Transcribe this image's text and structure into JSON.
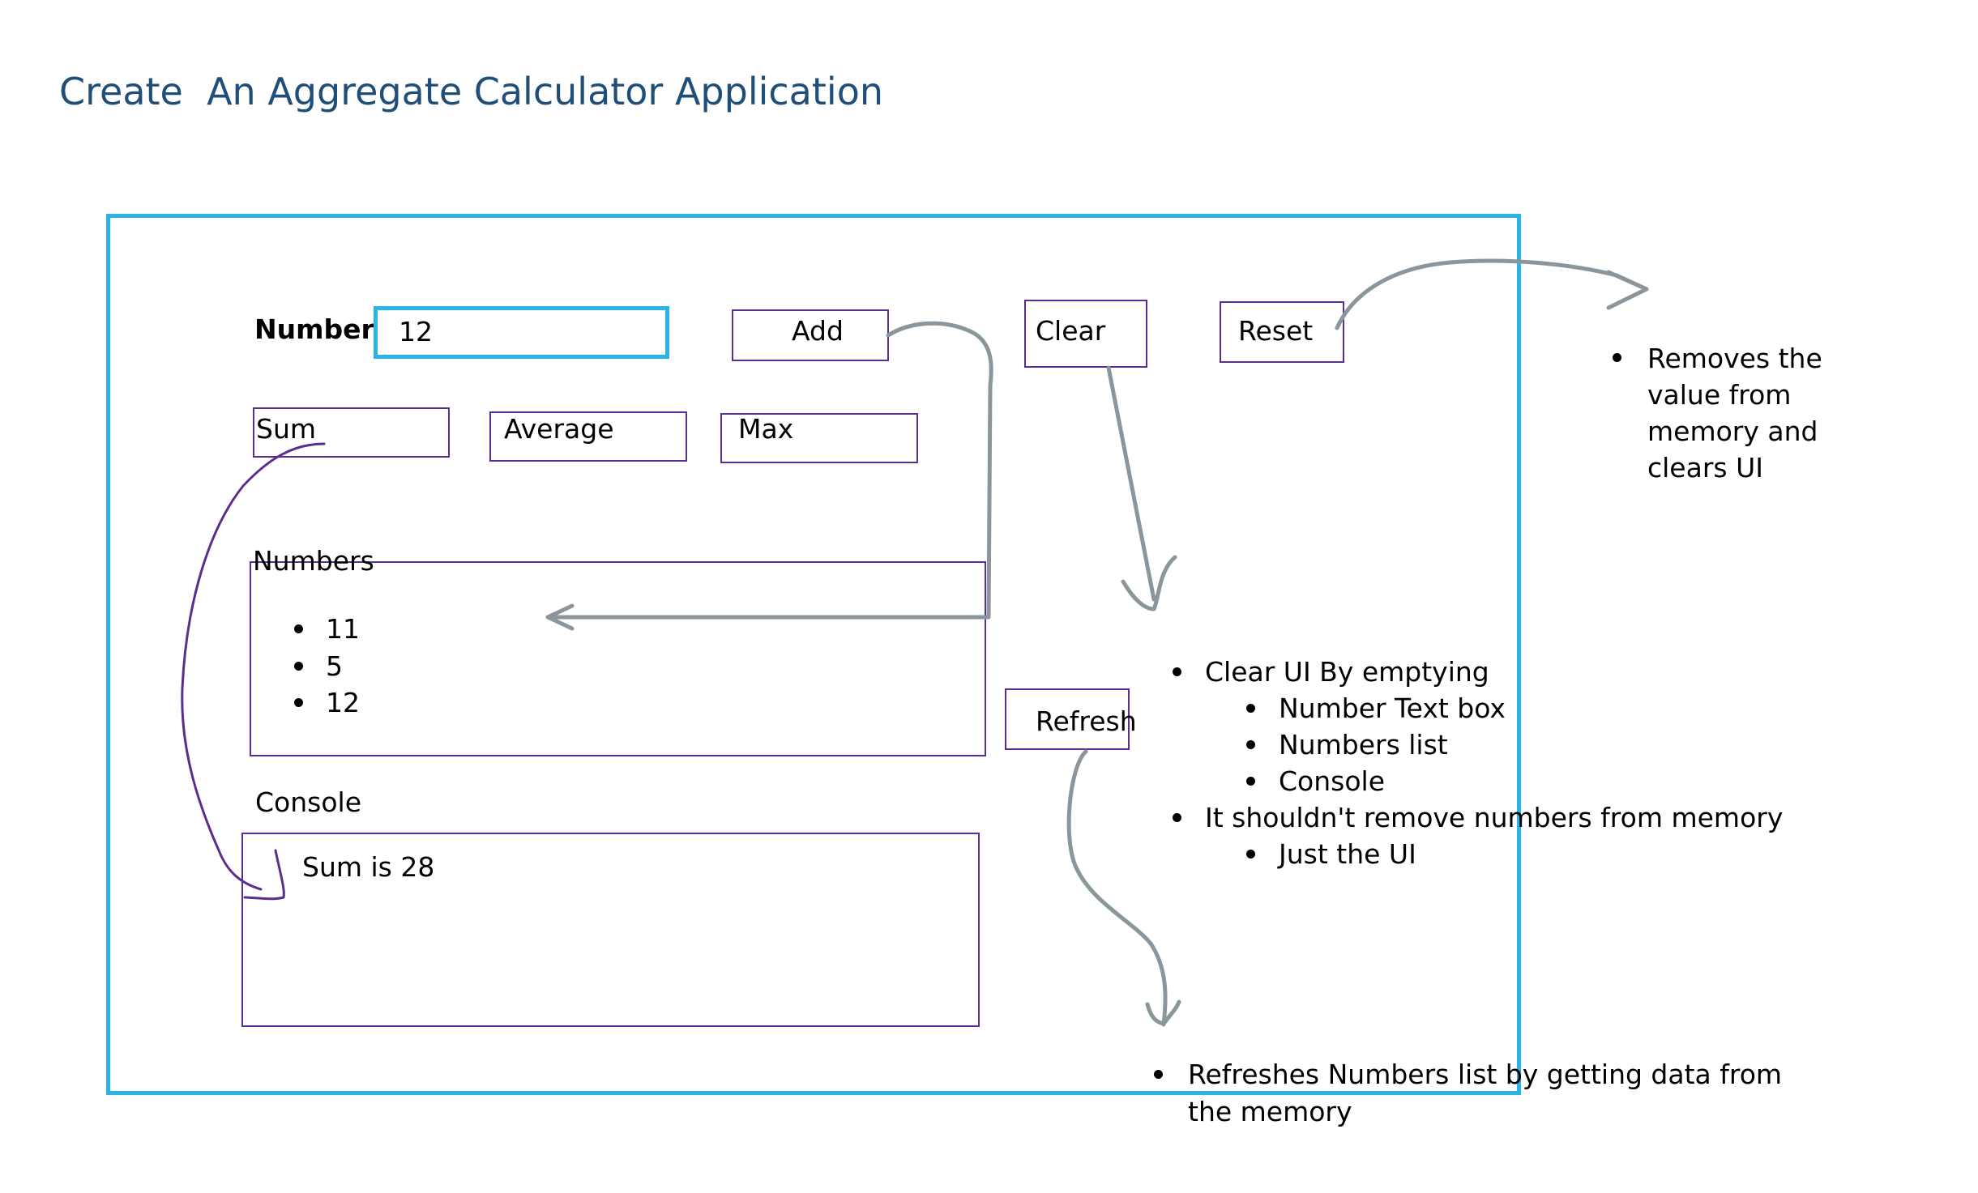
{
  "title": "Create  An Aggregate Calculator Application",
  "form": {
    "number_label": "Number",
    "number_value": "12",
    "add_label": "Add",
    "clear_label": "Clear",
    "reset_label": "Reset",
    "sum_label": "Sum",
    "average_label": "Average",
    "max_label": "Max",
    "refresh_label": "Refresh"
  },
  "numbers": {
    "label": "Numbers",
    "items": [
      "11",
      "5",
      "12"
    ]
  },
  "console": {
    "label": "Console",
    "text": "Sum is 28"
  },
  "notes": {
    "reset": [
      "Removes the value from memory and clears UI"
    ],
    "clear": [
      {
        "text": "Clear UI By emptying",
        "level": 1
      },
      {
        "text": "Number Text box",
        "level": 2
      },
      {
        "text": "Numbers list",
        "level": 2
      },
      {
        "text": "Console",
        "level": 2
      },
      {
        "text": "It shouldn't remove numbers from memory",
        "level": 1
      },
      {
        "text": "Just the UI",
        "level": 2
      }
    ],
    "refresh": [
      "Refreshes Numbers list by getting data from the memory"
    ]
  },
  "colors": {
    "frame": "#29b6e6",
    "box_border": "#5b2d8e",
    "title": "#1f4e79",
    "annotation_gray": "#8a969c",
    "annotation_purple": "#5b2d8e"
  }
}
